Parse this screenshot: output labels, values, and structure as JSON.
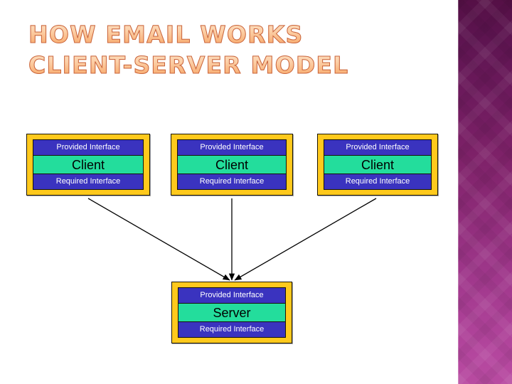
{
  "slide": {
    "title_line_1": "HOW EMAIL WORKS",
    "title_line_2": "CLIENT-SERVER MODEL",
    "background_color": "#FFFFFF",
    "accent_panel_top_color": "#551046",
    "accent_panel_bottom_color": "#B84BA1"
  },
  "legend_colors": {
    "component_frame": "#FFC91C",
    "interface_band": "#3A33BF",
    "name_band": "#23DD9C",
    "outline": "#15120A",
    "connector": "#000000"
  },
  "components": [
    {
      "id": "client-1",
      "provided_label": "Provided Interface",
      "name": "Client",
      "required_label": "Required Interface"
    },
    {
      "id": "client-2",
      "provided_label": "Provided Interface",
      "name": "Client",
      "required_label": "Required Interface"
    },
    {
      "id": "client-3",
      "provided_label": "Provided Interface",
      "name": "Client",
      "required_label": "Required Interface"
    },
    {
      "id": "server",
      "provided_label": "Provided Interface",
      "name": "Server",
      "required_label": "Required Interface"
    }
  ],
  "connectors": [
    {
      "from": "client-1",
      "to": "server",
      "arrow": "arrow-icon"
    },
    {
      "from": "client-2",
      "to": "server",
      "arrow": "arrow-icon"
    },
    {
      "from": "client-3",
      "to": "server",
      "arrow": "arrow-icon"
    }
  ]
}
